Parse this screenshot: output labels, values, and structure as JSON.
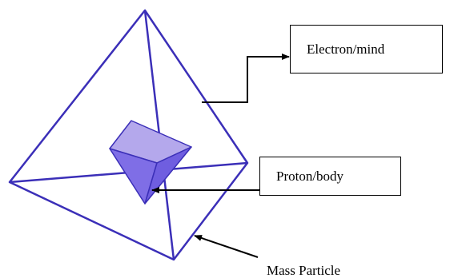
{
  "labels": {
    "electron": "Electron/mind",
    "proton": "Proton/body",
    "mass": "Mass Particle"
  },
  "colors": {
    "outer_edge": "#3b2fb8",
    "inner_top_fill": "#b4a8ec",
    "inner_bottom_fill": "#7f6ee6",
    "arrow": "#000000",
    "box_border": "#000000"
  },
  "shapes": {
    "outer": "tetrahedron-icon",
    "inner": "octahedron-icon"
  }
}
